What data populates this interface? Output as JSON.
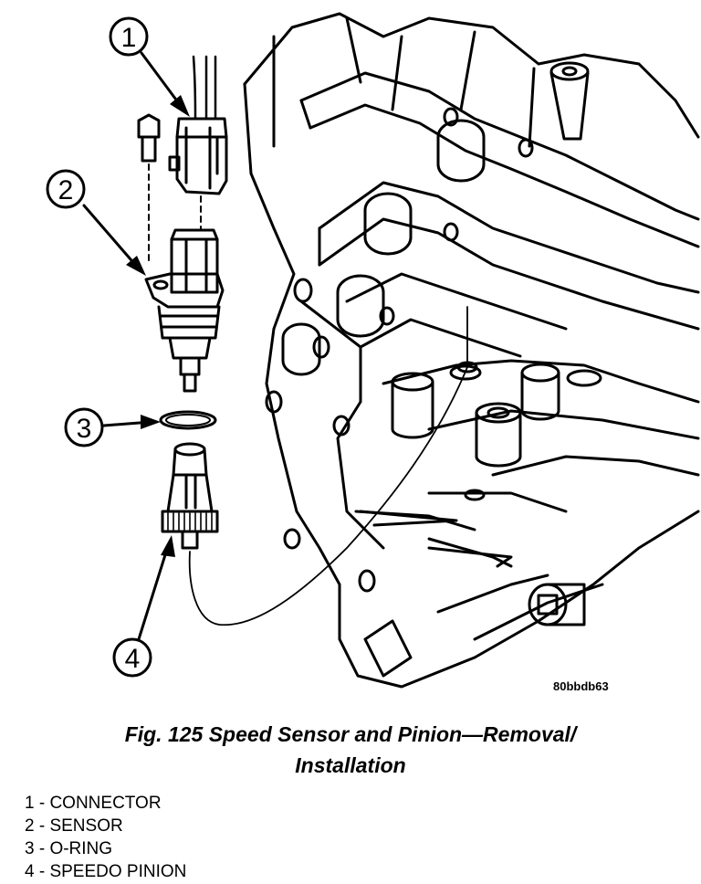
{
  "figure": {
    "ref_code": "80bbdb63",
    "caption_line1": "Fig. 125 Speed Sensor and Pinion—Removal/",
    "caption_line2": "Installation"
  },
  "callouts": [
    {
      "number": "1",
      "name": "CONNECTOR"
    },
    {
      "number": "2",
      "name": "SENSOR"
    },
    {
      "number": "3",
      "name": "O-RING"
    },
    {
      "number": "4",
      "name": "SPEEDO PINION"
    }
  ],
  "legend": [
    "1 - CONNECTOR",
    "2 - SENSOR",
    "3 - O-RING",
    "4 - SPEEDO PINION"
  ]
}
